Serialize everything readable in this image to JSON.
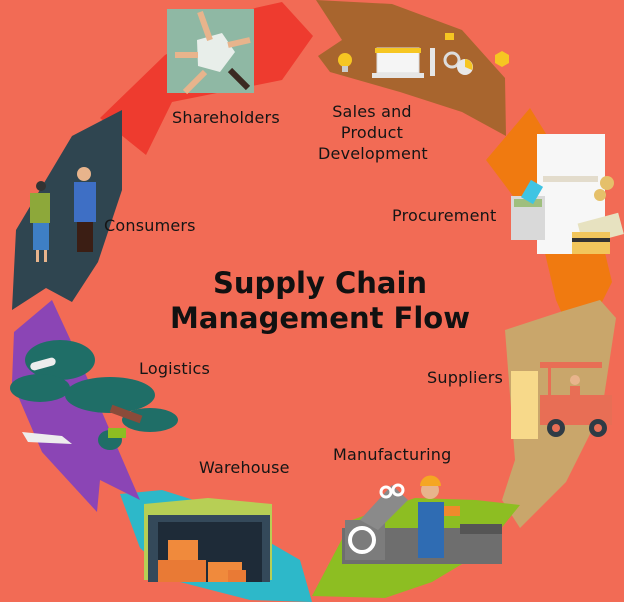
{
  "title": {
    "line1": "Supply Chain",
    "line2": "Management Flow"
  },
  "stages": [
    {
      "label": "Shareholders",
      "color": "#EE3B2F",
      "icon": "hands-together-icon"
    },
    {
      "label_lines": [
        "Sales and",
        "Product",
        "Development"
      ],
      "color": "#A8652E",
      "icon": "laptop-tools-icon"
    },
    {
      "label": "Procurement",
      "color": "#F07A10",
      "icon": "purchase-order-calculator-icon"
    },
    {
      "label": "Suppliers",
      "color": "#C9A66B",
      "icon": "forklift-icon"
    },
    {
      "label": "Manufacturing",
      "color": "#8DBE22",
      "icon": "factory-worker-machine-icon"
    },
    {
      "label": "Warehouse",
      "color": "#2DB8C9",
      "icon": "warehouse-boxes-icon"
    },
    {
      "label": "Logistics",
      "color": "#8B45B5",
      "icon": "world-map-transport-icon"
    },
    {
      "label": "Consumers",
      "color": "#2F4550",
      "icon": "couple-people-icon"
    }
  ],
  "colors": {
    "background": "#F26B55"
  }
}
